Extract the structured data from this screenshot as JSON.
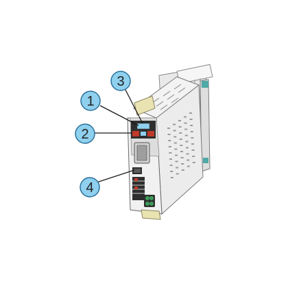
{
  "callouts": [
    {
      "label": "1"
    },
    {
      "label": "2"
    },
    {
      "label": "3"
    },
    {
      "label": "4"
    }
  ],
  "colors": {
    "callout_fill": "#8fd0ee",
    "callout_stroke": "#2a6f9a",
    "leader": "#1a1a1a",
    "housing_light": "#f1f1f1",
    "housing_mid": "#d6d6d6",
    "housing_dark": "#2e2e2e",
    "heatsink": "#e9e9e9",
    "accent_teal": "#4fa9a6",
    "accent_red": "#c0392b",
    "accent_green": "#3e9d5a",
    "accent_yellow": "#e9e3b2"
  }
}
